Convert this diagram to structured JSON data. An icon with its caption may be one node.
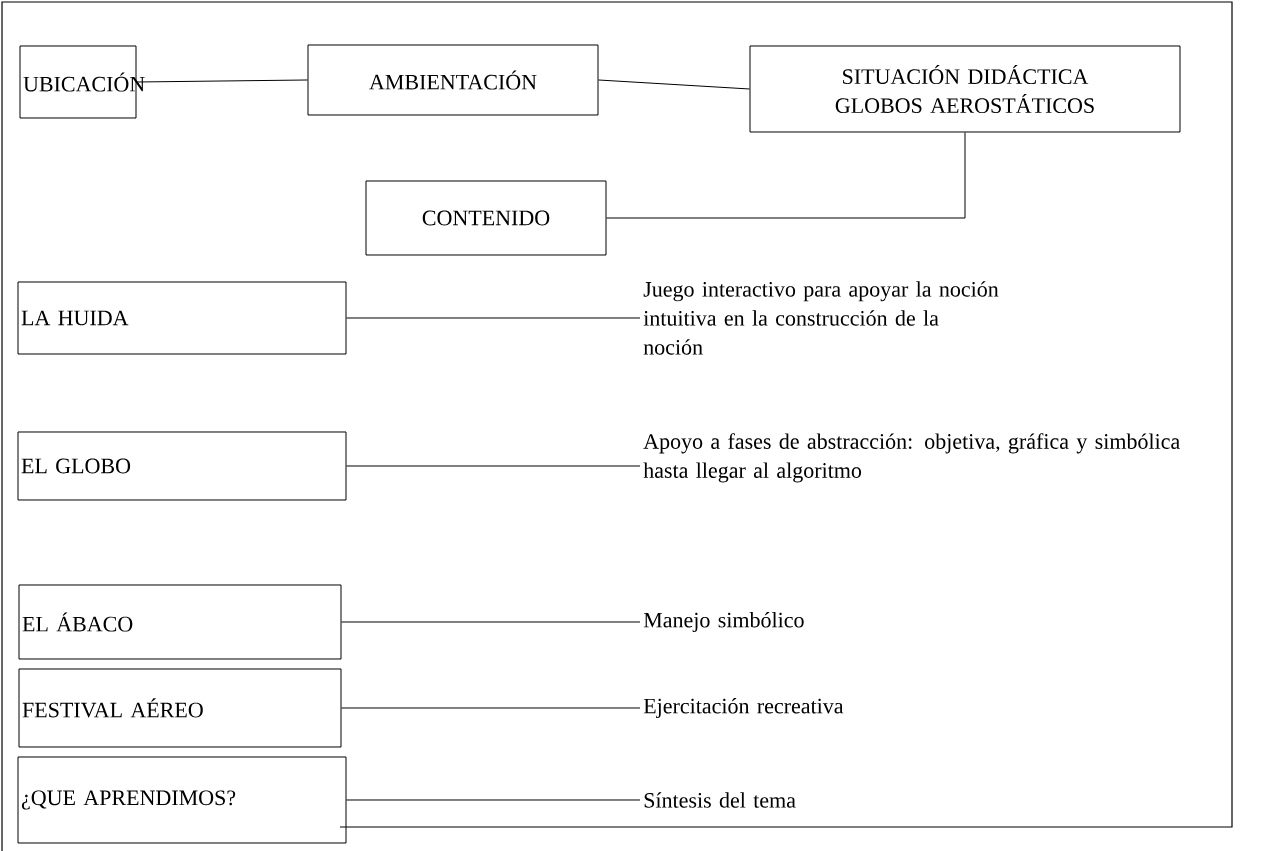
{
  "diagram": {
    "nodes": [
      {
        "text": [
          "UBICACIÓN"
        ]
      },
      {
        "text": [
          "AMBIENTACIÓN"
        ]
      },
      {
        "text": [
          "SITUACIÓN DIDÁCTICA GLOBOS AEROSTÁTICOS"
        ]
      },
      {
        "text": [
          "CONTENIDO"
        ]
      },
      {
        "text": [
          "LA HUIDA"
        ]
      },
      {
        "text": [
          "Juego interactivo para apoyar la noción intuitiva en la construcción de la noción"
        ]
      },
      {
        "text": [
          "EL GLOBO"
        ]
      },
      {
        "text": [
          "Apoyo a fases de abstracción: objetiva, gráfica y simbólica hasta llegar al algoritmo"
        ]
      },
      {
        "text": [
          "EL ÁBACO"
        ]
      },
      {
        "text": [
          "Manejo simbólico"
        ]
      },
      {
        "text": [
          "FESTIVAL AÉREO"
        ]
      },
      {
        "text": [
          "Ejercitación recreativa"
        ]
      },
      {
        "text": [
          "¿QUE APRENDIMOS?"
        ]
      },
      {
        "text": [
          "Síntesis del tema"
        ]
      }
    ],
    "edges": [
      {
        "from": 0,
        "to": 1,
        "arrow": "none"
      },
      {
        "from": 1,
        "to": 2,
        "arrow": "none"
      },
      {
        "from": 2,
        "to": 3,
        "arrow": "none"
      },
      {
        "from": 4,
        "to": 5,
        "arrow": "none"
      },
      {
        "from": 6,
        "to": 7,
        "arrow": "none"
      },
      {
        "from": 8,
        "to": 9,
        "arrow": "none"
      },
      {
        "from": 10,
        "to": 11,
        "arrow": "none"
      },
      {
        "from": 12,
        "to": 13,
        "arrow": "none"
      }
    ]
  }
}
